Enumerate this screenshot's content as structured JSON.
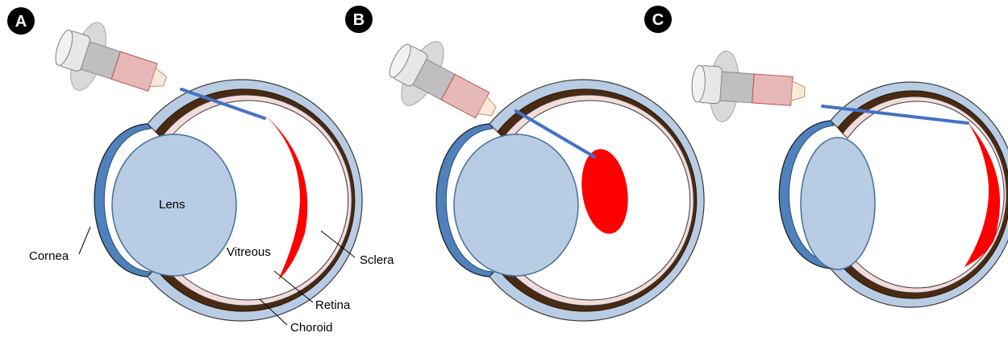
{
  "panels": [
    {
      "id": "A",
      "badge": "A"
    },
    {
      "id": "B",
      "badge": "B"
    },
    {
      "id": "C",
      "badge": "C"
    }
  ],
  "labels": {
    "lens": "Lens",
    "cornea": "Cornea",
    "vitreous": "Vitreous",
    "sclera": "Sclera",
    "retina": "Retina",
    "choroid": "Choroid"
  },
  "colors": {
    "sclera": "#b8cce4",
    "sclera_outline": "#3a3a3a",
    "choroid": "#4a2a12",
    "retina": "#f2dcdb",
    "cornea": "#4f81bd",
    "lens": "#b8cce4",
    "lens_outline": "#41719c",
    "needle": "#4472c4",
    "blood": "#ff0000",
    "syringe_barrel": "#bfbfbf",
    "syringe_plunger": "#d9d9d9",
    "syringe_hub": "#e6b8b7",
    "badge": "#000000"
  },
  "icons": {
    "syringe": "syringe-icon",
    "badge": "circle-badge-icon"
  }
}
